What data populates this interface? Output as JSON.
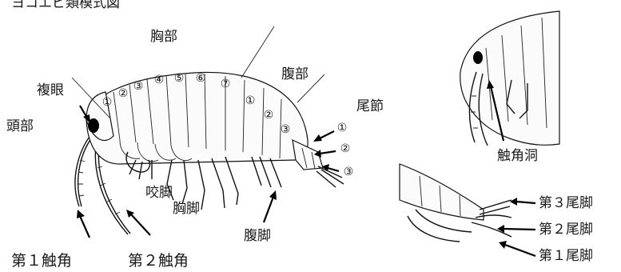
{
  "caption": "ヨコエビ類模式図",
  "labels": {
    "chest_region": "胸部",
    "abdomen_region": "腹部",
    "compound_eye": "複眼",
    "head": "頭部",
    "telson": "尾節",
    "mouthparts": "咬脚",
    "thoracic_legs": "胸脚",
    "pleopods": "腹脚",
    "antenna_1": "第１触角",
    "antenna_2": "第２触角",
    "antennal_sinus": "触角洞",
    "uropod_3": "第３尾脚",
    "uropod_2": "第２尾脚",
    "uropod_1": "第１尾脚"
  },
  "segments": {
    "thoracic": [
      "①",
      "②",
      "③",
      "④",
      "⑤",
      "⑥",
      "⑦"
    ],
    "abdominal": [
      "①",
      "②",
      "③"
    ],
    "urosome": [
      "①",
      "②",
      "③"
    ]
  }
}
